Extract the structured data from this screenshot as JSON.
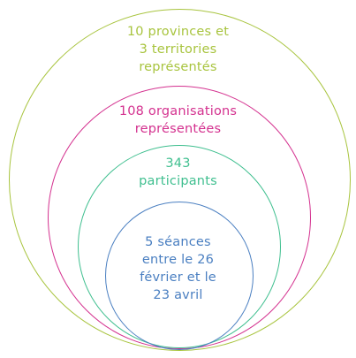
{
  "colors": {
    "provinces": "#a8c43e",
    "organisations": "#d4318f",
    "participants": "#3fbf8f",
    "seances": "#4a7fc1"
  },
  "circles": [
    {
      "id": "provinces",
      "text": "10 provinces et\n3 territories\nreprésentés"
    },
    {
      "id": "organisations",
      "text": "108 organisations\nreprésentées"
    },
    {
      "id": "participants",
      "text": "343\nparticipants"
    },
    {
      "id": "seances",
      "text": "5 séances\nentre le 26\nfévrier et le\n23 avril"
    }
  ]
}
